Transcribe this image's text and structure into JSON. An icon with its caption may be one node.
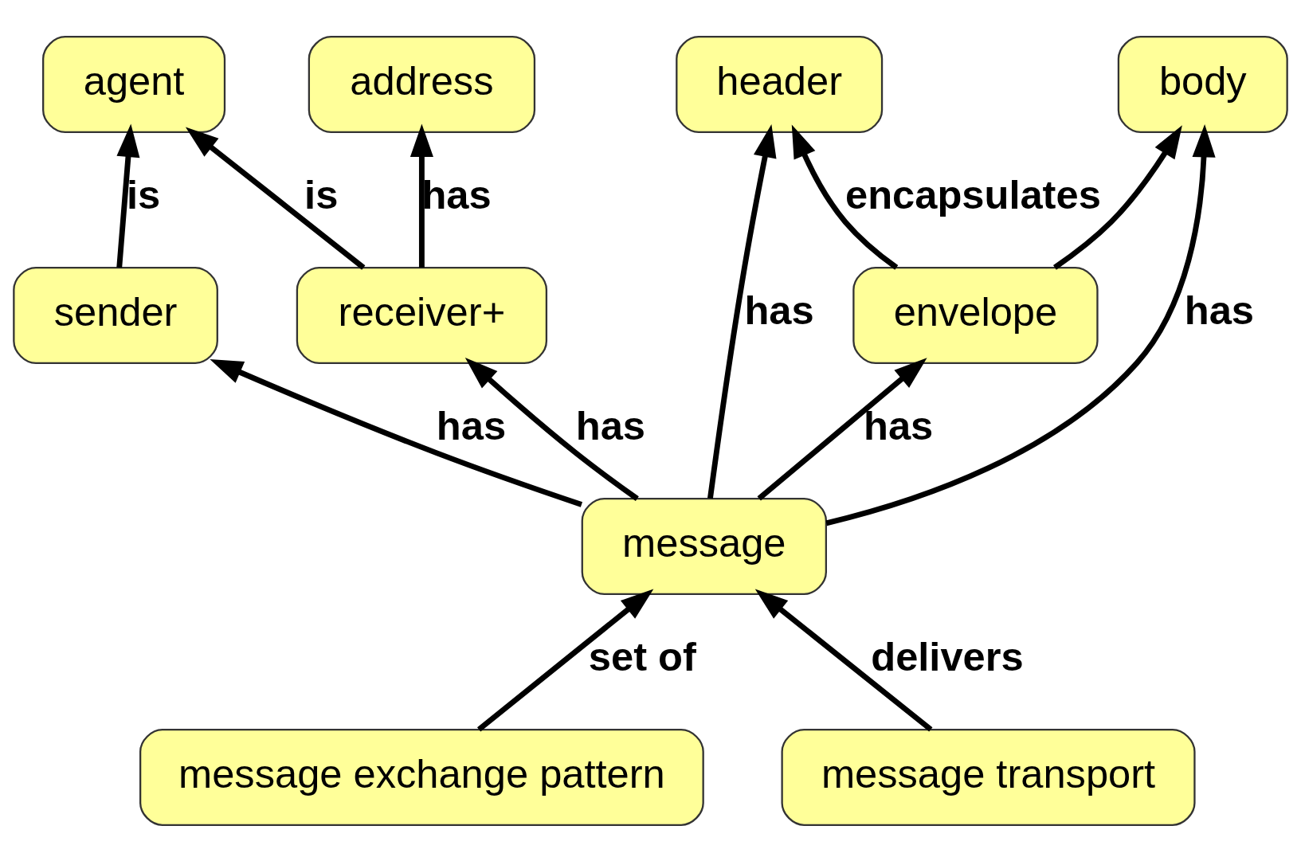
{
  "diagram": {
    "nodes": [
      {
        "text": [
          "agent"
        ]
      },
      {
        "text": [
          "sender"
        ]
      },
      {
        "text": [
          "receiver+"
        ]
      },
      {
        "text": [
          "message exchange pattern"
        ]
      },
      {
        "text": [
          "address"
        ]
      },
      {
        "text": [
          "message"
        ]
      },
      {
        "text": [
          "message transport"
        ]
      },
      {
        "text": [
          "envelope"
        ]
      },
      {
        "text": [
          "header"
        ]
      },
      {
        "text": [
          "body"
        ]
      }
    ],
    "edges": [
      {
        "from": 1,
        "to": 0,
        "arrow": "to",
        "label": "is"
      },
      {
        "from": 2,
        "to": 0,
        "arrow": "to",
        "label": "is"
      },
      {
        "from": 2,
        "to": 4,
        "arrow": "to",
        "label": "has"
      },
      {
        "from": 5,
        "to": 1,
        "arrow": "to",
        "label": "has"
      },
      {
        "from": 5,
        "to": 2,
        "arrow": "to",
        "label": "has"
      },
      {
        "from": 3,
        "to": 5,
        "arrow": "to",
        "label": "set of"
      },
      {
        "from": 5,
        "to": 8,
        "arrow": "to",
        "label": "has"
      },
      {
        "from": 5,
        "to": 7,
        "arrow": "to",
        "label": "has"
      },
      {
        "from": 5,
        "to": 9,
        "arrow": "to",
        "label": "has"
      },
      {
        "from": 6,
        "to": 5,
        "arrow": "to",
        "label": "delivers"
      },
      {
        "from": 7,
        "to": 8,
        "arrow": "to",
        "label": "encapsulates"
      },
      {
        "from": 7,
        "to": 9,
        "arrow": "to"
      }
    ]
  }
}
